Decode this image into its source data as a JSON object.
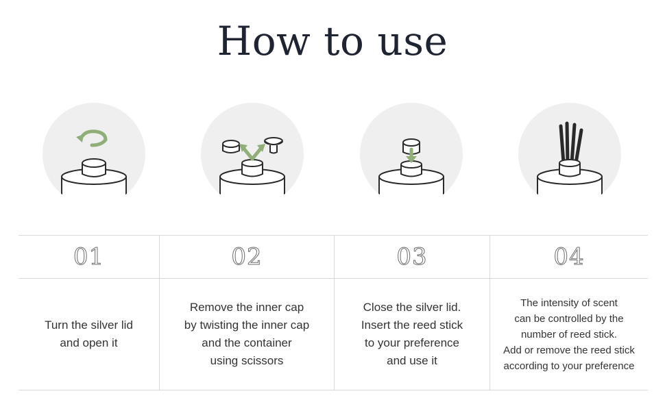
{
  "title": "How to use",
  "accent_color": "#8fae78",
  "steps": [
    {
      "number": "01",
      "icon": "rotate-lid-icon",
      "text": "Turn the silver lid\nand open it"
    },
    {
      "number": "02",
      "icon": "remove-inner-cap-icon",
      "text": "Remove the inner cap\nby twisting the inner cap\nand the container\nusing scissors"
    },
    {
      "number": "03",
      "icon": "close-lid-icon",
      "text": "Close the silver lid.\nInsert the reed stick\nto your preference\nand use it"
    },
    {
      "number": "04",
      "icon": "reed-sticks-icon",
      "text": "The intensity of scent\ncan be controlled by the\nnumber of reed stick.\nAdd or remove the reed stick\naccording to your preference"
    }
  ]
}
